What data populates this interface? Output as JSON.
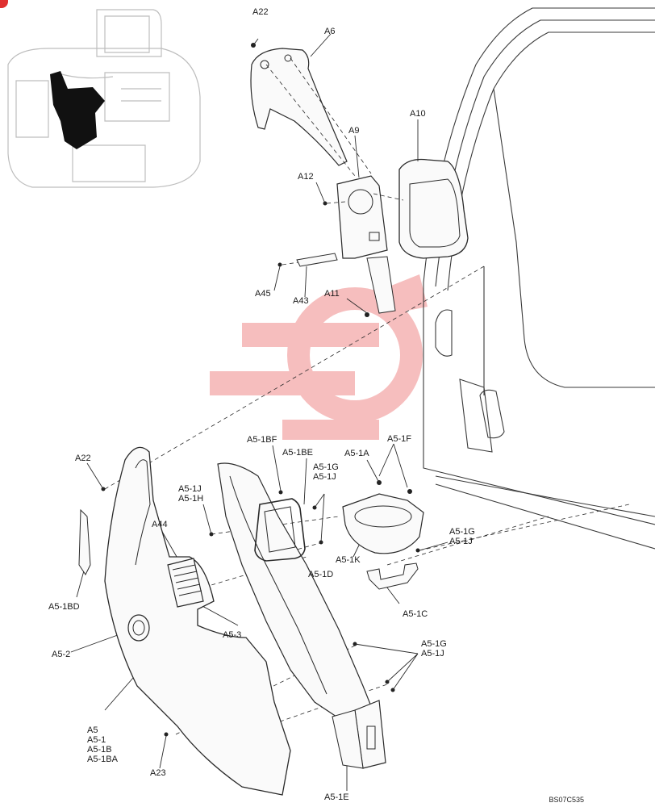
{
  "diagram": {
    "figure_code": "BS07C535",
    "watermark_color": "#f3a9a9",
    "line_color": "#2a2a2a",
    "labels": {
      "a22_top": "A22",
      "a6": "A6",
      "a9": "A9",
      "a10": "A10",
      "a12": "A12",
      "a45": "A45",
      "a43": "A43",
      "a11": "A11",
      "a5_1bf": "A5-1BF",
      "a5_1be": "A5-1BE",
      "a5_1a": "A5-1A",
      "a5_1f": "A5-1F",
      "a22_left": "A22",
      "a5_1g_a": "A5-1G",
      "a5_1j_a": "A5-1J",
      "a5_1j_b": "A5-1J",
      "a5_1h": "A5-1H",
      "a44": "A44",
      "a5_1k": "A5-1K",
      "a5_1g_b": "A5-1G",
      "a5_1j_c": "A5-1J",
      "a5_1d": "A5-1D",
      "a5_1bd": "A5-1BD",
      "a5_1c": "A5-1C",
      "a5_3": "A5-3",
      "a5_2": "A5-2",
      "a5_1g_c": "A5-1G",
      "a5_1j_d": "A5-1J",
      "a5": "A5",
      "a5_1": "A5-1",
      "a5_1b": "A5-1B",
      "a5_1ba": "A5-1BA",
      "a23": "A23",
      "a5_1e": "A5-1E"
    }
  }
}
